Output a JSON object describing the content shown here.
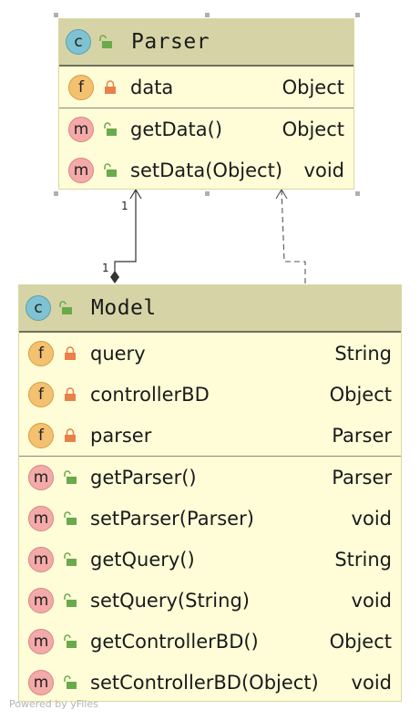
{
  "diagram": {
    "classes": [
      {
        "name": "Parser",
        "kind_badge": "c",
        "kind_icon": "class-icon",
        "fields": [
          {
            "badge": "f",
            "visibility": "private",
            "name": "data",
            "type": "Object"
          }
        ],
        "methods": [
          {
            "badge": "m",
            "visibility": "public",
            "name": "getData()",
            "type": "Object"
          },
          {
            "badge": "m",
            "visibility": "public",
            "name": "setData(Object)",
            "type": "void"
          }
        ]
      },
      {
        "name": "Model",
        "kind_badge": "c",
        "kind_icon": "class-icon",
        "fields": [
          {
            "badge": "f",
            "visibility": "private",
            "name": "query",
            "type": "String"
          },
          {
            "badge": "f",
            "visibility": "private",
            "name": "controllerBD",
            "type": "Object"
          },
          {
            "badge": "f",
            "visibility": "private",
            "name": "parser",
            "type": "Parser"
          }
        ],
        "methods": [
          {
            "badge": "m",
            "visibility": "public",
            "name": "getParser()",
            "type": "Parser"
          },
          {
            "badge": "m",
            "visibility": "public",
            "name": "setParser(Parser)",
            "type": "void"
          },
          {
            "badge": "m",
            "visibility": "public",
            "name": "getQuery()",
            "type": "String"
          },
          {
            "badge": "m",
            "visibility": "public",
            "name": "setQuery(String)",
            "type": "void"
          },
          {
            "badge": "m",
            "visibility": "public",
            "name": "getControllerBD()",
            "type": "Object"
          },
          {
            "badge": "m",
            "visibility": "public",
            "name": "setControllerBD(Object)",
            "type": "void"
          }
        ]
      }
    ],
    "relations": [
      {
        "kind": "composition",
        "from": "Model",
        "to": "Parser",
        "source_multiplicity": "1",
        "target_multiplicity": "1"
      },
      {
        "kind": "dependency",
        "from": "Model",
        "to": "Parser"
      }
    ],
    "footer": "Powered by yFiles",
    "colors": {
      "class_fill": "#fefdd8",
      "header_fill": "#d6d4a6",
      "class_badge": "#7fc2d2",
      "field_badge": "#f4c171",
      "method_badge": "#f3aaa9",
      "private_lock": "#e8804a",
      "public_lock": "#6aaa4a"
    }
  }
}
